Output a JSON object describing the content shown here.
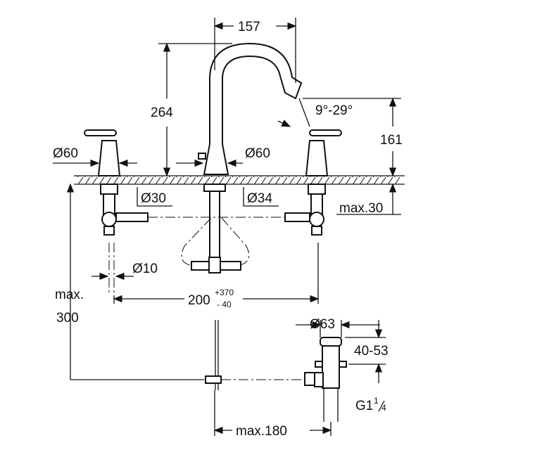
{
  "dimensions": {
    "spout_reach": "157",
    "height_total": "264",
    "spout_height": "161",
    "swivel_angle": "9°-29°",
    "handle_base_diameter": "Ø60",
    "spout_base_diameter": "Ø60",
    "handle_hole": "Ø30",
    "spout_hole": "Ø34",
    "deck_thickness": "max.30",
    "hose_diameter": "Ø10",
    "below_deck_max": "max.",
    "below_deck_value": "300",
    "spread_base": "200",
    "spread_plus": "+370",
    "spread_minus": "- 40",
    "drain_diameter": "Ø63",
    "drain_range": "40-53",
    "thread_main": "G1",
    "thread_num": "1",
    "thread_den": "4",
    "rod_reach": "max.180"
  }
}
